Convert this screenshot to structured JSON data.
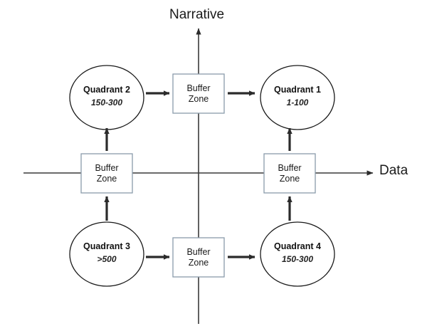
{
  "diagram": {
    "title_present": false,
    "axes": {
      "vertical_label": "Narrative",
      "horizontal_label": "Data"
    },
    "colors": {
      "axis": "#3a3a3a",
      "ellipse_stroke": "#1a1a1a",
      "box_stroke": "#8a9cab",
      "arrow": "#2b2b2b",
      "text": "#111111",
      "background": "#ffffff"
    },
    "quadrants": [
      {
        "id": "quadrant-1",
        "title": "Quadrant 1",
        "value": "1-100"
      },
      {
        "id": "quadrant-2",
        "title": "Quadrant 2",
        "value": "150-300"
      },
      {
        "id": "quadrant-3",
        "title": "Quadrant 3",
        "value": ">500"
      },
      {
        "id": "quadrant-4",
        "title": "Quadrant 4",
        "value": "150-300"
      }
    ],
    "buffer_zones": [
      {
        "id": "buffer-top",
        "line1": "Buffer",
        "line2": "Zone"
      },
      {
        "id": "buffer-left",
        "line1": "Buffer",
        "line2": "Zone"
      },
      {
        "id": "buffer-right",
        "line1": "Buffer",
        "line2": "Zone"
      },
      {
        "id": "buffer-bottom",
        "line1": "Buffer",
        "line2": "Zone"
      }
    ],
    "flow": [
      {
        "from": "Quadrant 2",
        "to": "Buffer Zone (top)",
        "direction": "right"
      },
      {
        "from": "Buffer Zone (top)",
        "to": "Quadrant 1",
        "direction": "right"
      },
      {
        "from": "Buffer Zone (left)",
        "to": "Quadrant 2",
        "direction": "up"
      },
      {
        "from": "Quadrant 3",
        "to": "Buffer Zone (left)",
        "direction": "up"
      },
      {
        "from": "Quadrant 3",
        "to": "Buffer Zone (bottom)",
        "direction": "right"
      },
      {
        "from": "Buffer Zone (bottom)",
        "to": "Quadrant 4",
        "direction": "right"
      },
      {
        "from": "Quadrant 4",
        "to": "Buffer Zone (right)",
        "direction": "up"
      },
      {
        "from": "Buffer Zone (right)",
        "to": "Quadrant 1",
        "direction": "up"
      }
    ]
  }
}
